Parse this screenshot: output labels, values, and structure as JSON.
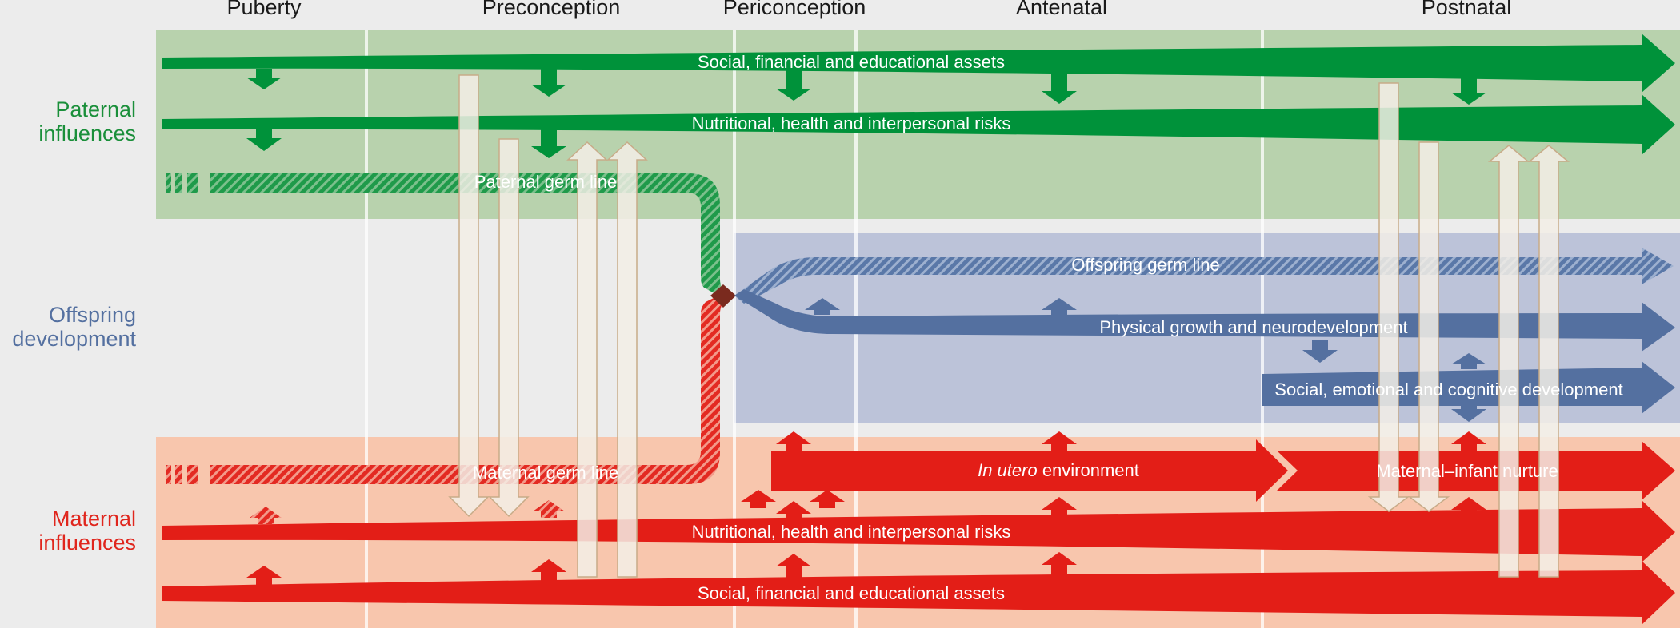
{
  "columns": [
    {
      "key": "puberty",
      "label": "Puberty"
    },
    {
      "key": "preconception",
      "label": "Preconception"
    },
    {
      "key": "periconception",
      "label": "Periconception"
    },
    {
      "key": "antenatal",
      "label": "Antenatal"
    },
    {
      "key": "postnatal",
      "label": "Postnatal"
    }
  ],
  "rows": {
    "paternal": {
      "line1": "Paternal",
      "line2": "influences",
      "color": "#1a8f3a"
    },
    "offspring": {
      "line1": "Offspring",
      "line2": "development",
      "color": "#5470a0"
    },
    "maternal": {
      "line1": "Maternal",
      "line2": "influences",
      "color": "#e0261d"
    }
  },
  "arrows": {
    "paternal_assets": "Social, financial and educational assets",
    "paternal_risks": "Nutritional, health and interpersonal risks",
    "paternal_germ": "Paternal germ line",
    "offspring_germ": "Offspring germ line",
    "physical_growth": "Physical growth and neurodevelopment",
    "social_emotional": "Social, emotional and cognitive development",
    "in_utero_italic": "In utero",
    "in_utero_rest": " environment",
    "maternal_infant": "Maternal–infant nurture",
    "maternal_risks": "Nutritional, health and interpersonal risks",
    "maternal_germ": "Maternal germ line",
    "maternal_assets": "Social, financial and educational assets"
  },
  "colors": {
    "paternal_dark": "#00923a",
    "paternal_band": "#b8d2ad",
    "offspring_dark": "#5470a0",
    "offspring_band": "#bcc3d9",
    "maternal_dark": "#e31e17",
    "maternal_band": "#f8c6ad",
    "transfer_arrow": "#f3efe6",
    "transfer_outline": "#c8ab88"
  }
}
